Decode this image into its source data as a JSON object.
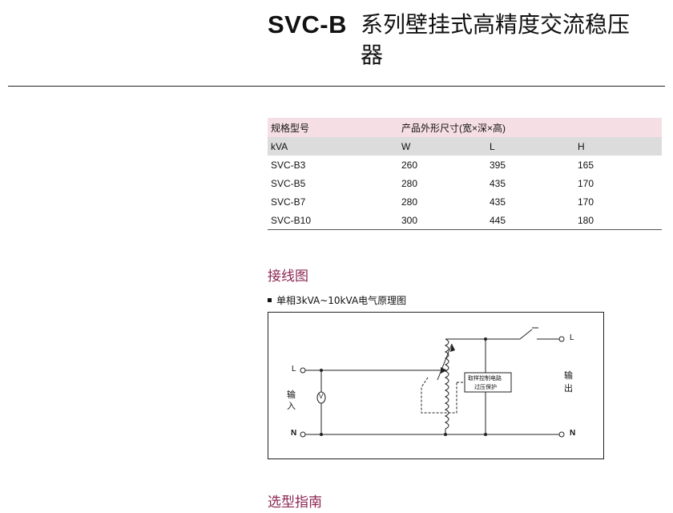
{
  "header": {
    "model": "SVC-B",
    "title": "系列壁挂式高精度交流稳压器"
  },
  "spec_table": {
    "header_row1": [
      "规格型号",
      "产品外形尺寸(宽×深×高)"
    ],
    "header_row2": [
      "kVA",
      "W",
      "L",
      "H"
    ],
    "rows": [
      [
        "SVC-B3",
        "260",
        "395",
        "165"
      ],
      [
        "SVC-B5",
        "280",
        "435",
        "170"
      ],
      [
        "SVC-B7",
        "280",
        "435",
        "170"
      ],
      [
        "SVC-B10",
        "300",
        "445",
        "180"
      ]
    ]
  },
  "wiring": {
    "section_title": "接线图",
    "subtitle": "单相3kVA~10kVA电气原理图",
    "labels": {
      "input_L": "L",
      "input_N": "N",
      "input_caption": "输入",
      "output_L": "L",
      "output_N": "N",
      "output_caption": "输出",
      "voltmeter": "V",
      "control_line1": "取样控制电路",
      "control_line2": "过压保护"
    }
  },
  "selection": {
    "section_title": "选型指南"
  },
  "colors": {
    "accent": "#8b2550",
    "table_header_pink": "#f6dfe4",
    "table_header_gray": "#dcdcdc"
  }
}
